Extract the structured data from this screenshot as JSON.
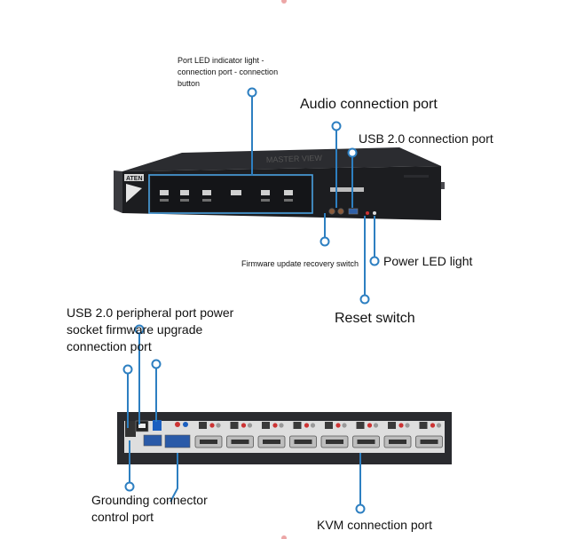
{
  "labels": {
    "port_led": "Port LED indicator light - connection port - connection button",
    "audio_port": "Audio connection port",
    "usb_port": "USB 2.0 connection port",
    "firmware_switch": "Firmware update recovery switch",
    "power_led": "Power LED light",
    "reset_switch": "Reset switch",
    "usb_peripheral": "USB 2.0 peripheral port power socket firmware upgrade connection port",
    "grounding": "Grounding connector control port",
    "kvm_port": "KVM connection port"
  },
  "device": {
    "brand": "ATEN",
    "front_panel_text": "MASTER VIEW"
  },
  "colors": {
    "leader": "#2d7fc1",
    "highlight": "#4aa0e0",
    "chassis": "#1c1d20"
  }
}
